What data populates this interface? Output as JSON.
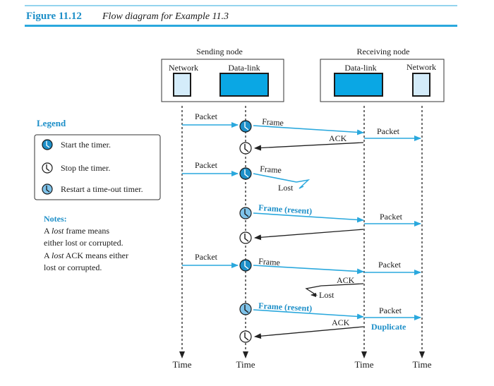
{
  "figure": {
    "number": "Figure 11.12",
    "caption": "Flow diagram for Example 11.3"
  },
  "colors": {
    "accent": "#2aa8dd",
    "blue_box": "#0aa7e4",
    "light_box": "#d4ecfa",
    "timer_light": "#7fc3ea",
    "text": "#1a1a1a"
  },
  "nodes": {
    "sending": {
      "title": "Sending node",
      "network": "Network",
      "datalink": "Data-link"
    },
    "receiving": {
      "title": "Receiving node",
      "datalink": "Data-link",
      "network": "Network"
    }
  },
  "legend": {
    "title": "Legend",
    "items": [
      {
        "icon": "start-timer-icon",
        "label": "Start the timer."
      },
      {
        "icon": "stop-timer-icon",
        "label": "Stop the timer."
      },
      {
        "icon": "restart-timer-icon",
        "label": "Restart a time-out timer."
      }
    ]
  },
  "notes": {
    "title": "Notes:",
    "line1_prefix": "A ",
    "line1_italic": "lost",
    "line1_suffix": " frame means",
    "line2": "either lost or corrupted.",
    "line3_prefix": "A ",
    "line3_italic": "lost",
    "line3_suffix": " ACK means either",
    "line4": "lost or corrupted."
  },
  "labels": {
    "packet": "Packet",
    "frame": "Frame",
    "frame_resent": "Frame (resent)",
    "ack": "ACK",
    "lost": "Lost",
    "duplicate": "Duplicate",
    "time": "Time"
  }
}
